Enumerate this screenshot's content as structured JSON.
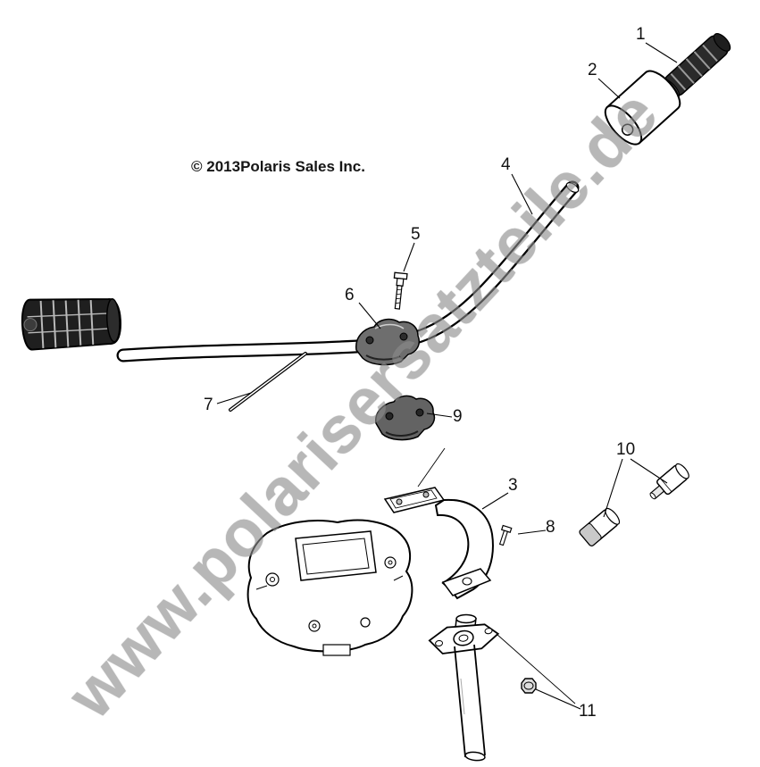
{
  "diagram": {
    "copyright": "© 2013Polaris Sales Inc.",
    "watermark": "www.polarisersatzteile.de",
    "colors": {
      "background": "#ffffff",
      "line": "#000000",
      "watermark_gray": "#8c8c8c",
      "clamp_gray": "#6e6e6e",
      "grip_black": "#1f1f1f"
    },
    "callouts": [
      {
        "label": "1"
      },
      {
        "label": "2"
      },
      {
        "label": "3"
      },
      {
        "label": "4"
      },
      {
        "label": "5"
      },
      {
        "label": "6"
      },
      {
        "label": "7"
      },
      {
        "label": "8"
      },
      {
        "label": "9"
      },
      {
        "label": "10"
      },
      {
        "label": "11"
      }
    ]
  }
}
